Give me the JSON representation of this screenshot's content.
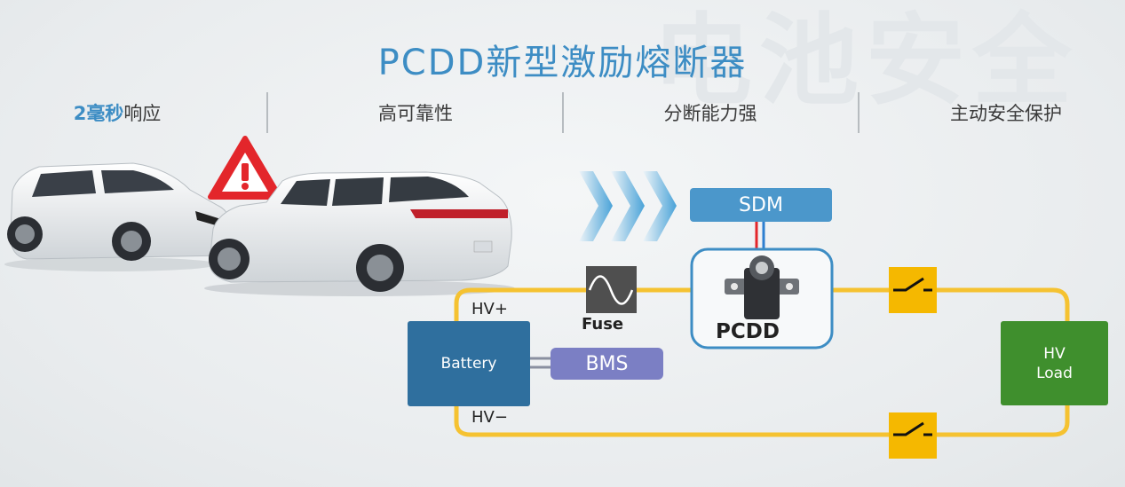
{
  "watermark": "电池安全",
  "title": "PCDD新型激励熔断器",
  "features": {
    "f1_num": "2",
    "f1_bold": "毫秒",
    "f1_rest": "响应",
    "f2": "高可靠性",
    "f3": "分断能力强",
    "f4": "主动安全保护"
  },
  "diagram": {
    "sdm": "SDM",
    "fuse": "Fuse",
    "pcdd": "PCDD",
    "battery": "Battery",
    "bms": "BMS",
    "hv_plus": "HV+",
    "hv_minus": "HV−",
    "load_line1": "HV",
    "load_line2": "Load"
  },
  "colors": {
    "accent": "#3d8dc4",
    "wire": "#f5c231",
    "battery": "#2f6f9e",
    "bms": "#7b7fc4",
    "load": "#3f8f2d",
    "switch": "#f5b800",
    "warning": "#e3262b"
  },
  "icons": [
    "warning-triangle-icon",
    "chevron-arrow-icon",
    "sine-wave-icon",
    "switch-icon",
    "pcdd-device-icon"
  ]
}
